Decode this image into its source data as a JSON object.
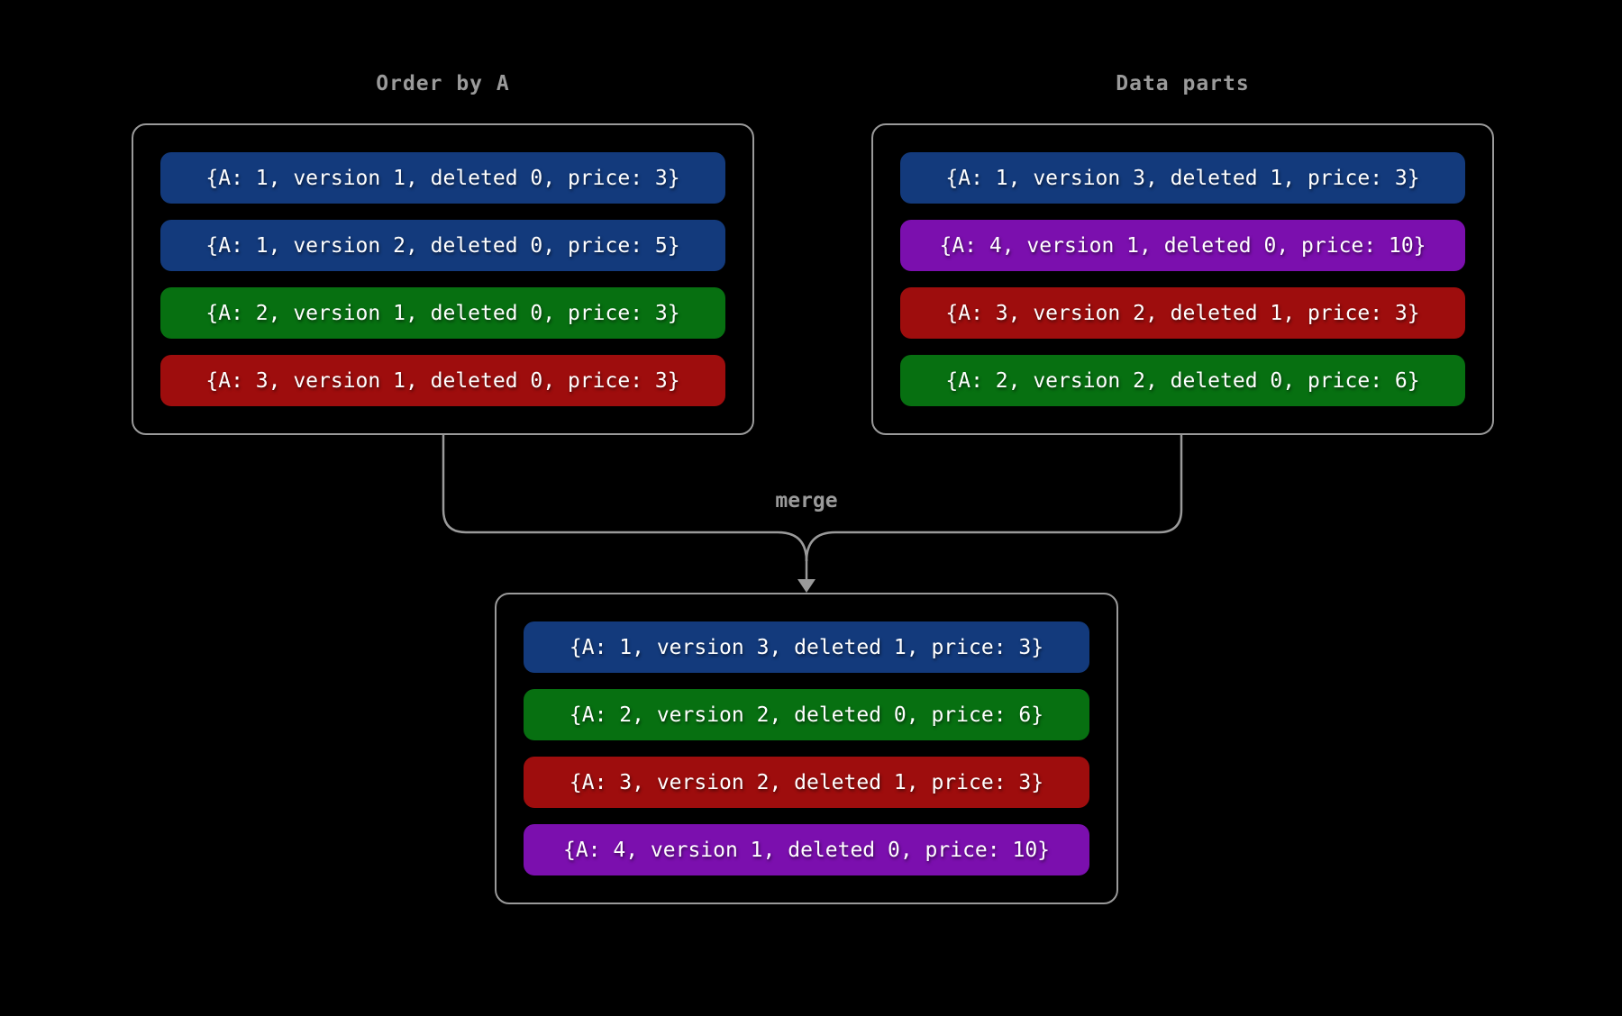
{
  "canvas": {
    "background": "#000000",
    "line_color": "#9a9a9a",
    "row_text_color": "#ffffff",
    "label_color": "#9a9a9a"
  },
  "palette": {
    "blue": "#133a7c",
    "green": "#077011",
    "red": "#9e0d0d",
    "purple": "#7b0fae"
  },
  "left_box": {
    "title": "Order by A",
    "rows": [
      {
        "text": "{A: 1, version 1, deleted 0, price: 3}",
        "bg": "#133a7c"
      },
      {
        "text": "{A: 1, version 2, deleted 0, price: 5}",
        "bg": "#133a7c"
      },
      {
        "text": "{A: 2, version 1, deleted 0, price: 3}",
        "bg": "#077011"
      },
      {
        "text": "{A: 3, version 1, deleted 0, price: 3}",
        "bg": "#9e0d0d"
      }
    ]
  },
  "right_box": {
    "title": "Data parts",
    "rows": [
      {
        "text": "{A: 1, version 3, deleted 1, price: 3}",
        "bg": "#133a7c"
      },
      {
        "text": "{A: 4, version 1, deleted 0, price: 10}",
        "bg": "#7b0fae"
      },
      {
        "text": "{A: 3, version 2, deleted 1, price: 3}",
        "bg": "#9e0d0d"
      },
      {
        "text": "{A: 2, version 2, deleted 0, price: 6}",
        "bg": "#077011"
      }
    ]
  },
  "merge": {
    "label": "merge"
  },
  "merged_box": {
    "rows": [
      {
        "text": "{A: 1, version 3, deleted 1, price: 3}",
        "bg": "#133a7c"
      },
      {
        "text": "{A: 2, version 2, deleted 0, price: 6}",
        "bg": "#077011"
      },
      {
        "text": "{A: 3, version 2, deleted 1, price: 3}",
        "bg": "#9e0d0d"
      },
      {
        "text": "{A: 4, version 1, deleted 0, price: 10}",
        "bg": "#7b0fae"
      }
    ]
  }
}
